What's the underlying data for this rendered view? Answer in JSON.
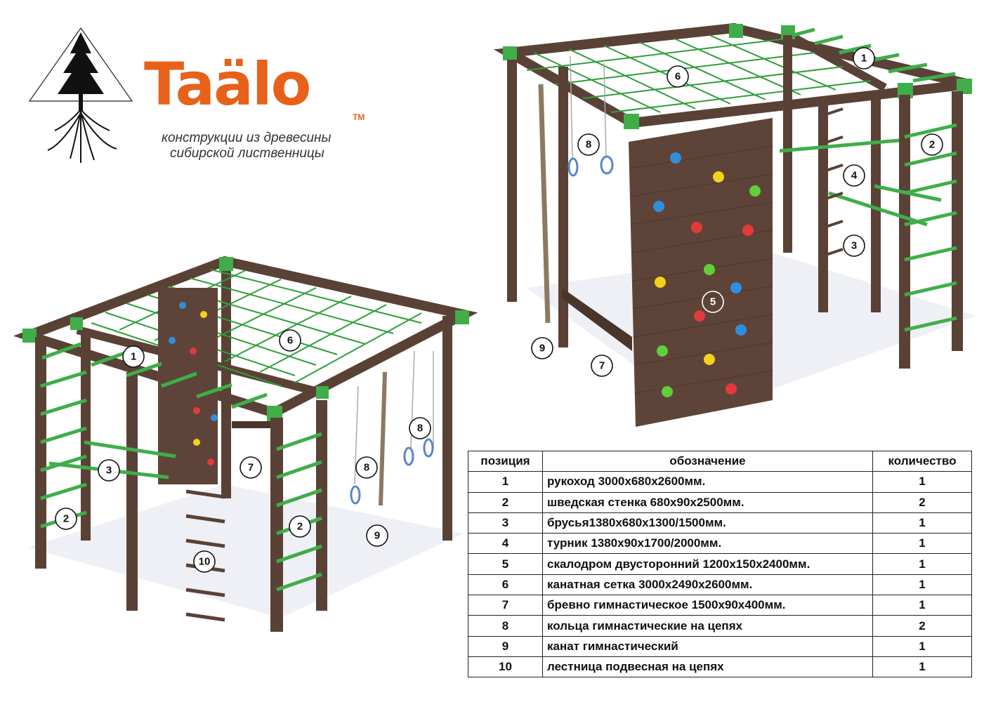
{
  "brand": {
    "logo_text": "Taälo",
    "trademark": "TM",
    "tagline_line1": "конструкции из древесины",
    "tagline_line2": "сибирской лиственницы",
    "accent_color": "#e8611a"
  },
  "colors": {
    "wood": "#5a4136",
    "green": "#3fae49",
    "net": "#2f9e3a"
  },
  "left_callouts": [
    "1",
    "6",
    "3",
    "7",
    "2",
    "2",
    "8",
    "8",
    "9",
    "10"
  ],
  "right_callouts": [
    "1",
    "6",
    "8",
    "2",
    "4",
    "3",
    "5",
    "9",
    "7"
  ],
  "table": {
    "headers": {
      "pos": "позиция",
      "name": "обозначение",
      "qty": "количество"
    },
    "rows": [
      {
        "pos": "1",
        "name": "рукоход 3000x680x2600мм.",
        "qty": "1"
      },
      {
        "pos": "2",
        "name": "шведская стенка 680x90x2500мм.",
        "qty": "2"
      },
      {
        "pos": "3",
        "name": "брусья1380x680x1300/1500мм.",
        "qty": "1"
      },
      {
        "pos": "4",
        "name": "турник 1380x90x1700/2000мм.",
        "qty": "1"
      },
      {
        "pos": "5",
        "name": "скалодром двусторонний 1200x150x2400мм.",
        "qty": "1"
      },
      {
        "pos": "6",
        "name": "канатная сетка 3000x2490x2600мм.",
        "qty": "1"
      },
      {
        "pos": "7",
        "name": "бревно гимнастическое 1500x90x400мм.",
        "qty": "1"
      },
      {
        "pos": "8",
        "name": "кольца гимнастические на цепях",
        "qty": "2"
      },
      {
        "pos": "9",
        "name": "канат гимнастический",
        "qty": "1"
      },
      {
        "pos": "10",
        "name": "лестница подвесная на цепях",
        "qty": "1"
      }
    ]
  }
}
